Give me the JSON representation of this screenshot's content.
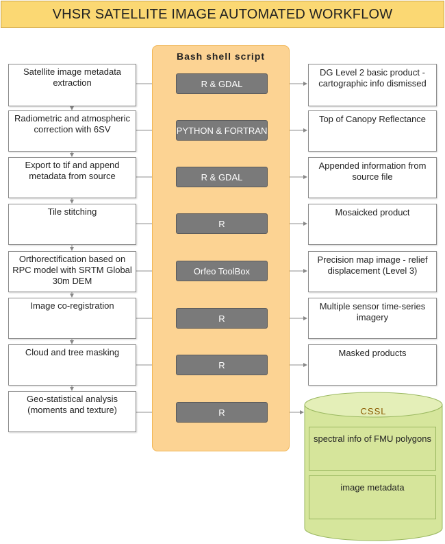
{
  "title": "VHSR SATELLITE IMAGE AUTOMATED WORKFLOW",
  "bash_title": "Bash shell script",
  "steps": [
    "Satellite image metadata extraction",
    "Radiometric and atmospheric correction with 6SV",
    "Export to tif and append metadata from source",
    "Tile stitching",
    "Orthorectification based on RPC model with SRTM Global 30m DEM",
    "Image co-registration",
    "Cloud and tree masking",
    "Geo-statistical analysis (moments and texture)"
  ],
  "tools": [
    "R & GDAL",
    "PYTHON & FORTRAN",
    "R & GDAL",
    "R",
    "Orfeo ToolBox",
    "R",
    "R",
    "R"
  ],
  "outputs": [
    "DG Level 2 basic product - cartographic info dismissed",
    "Top of Canopy Reflectance",
    "Appended information from source file",
    "Mosaicked product",
    "Precision map image - relief displacement (Level 3)",
    "Multiple sensor time-series imagery",
    "Masked products"
  ],
  "database": {
    "label": "CSSL",
    "items": [
      "spectral info of FMU polygons",
      "image metadata"
    ]
  },
  "colors": {
    "title_bg": "#fbd873",
    "bash_panel": "#fcd393",
    "tool_box": "#7a7a7a",
    "database": "#d6e69c"
  }
}
